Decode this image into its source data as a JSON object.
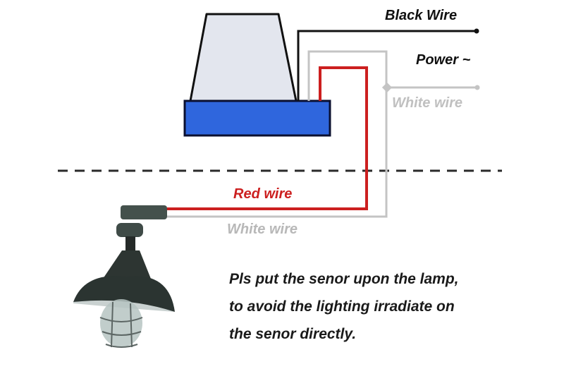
{
  "diagram": {
    "labels": {
      "black_wire": "Black Wire",
      "power": "Power ~",
      "white_wire_top": "White wire",
      "red_wire": "Red wire",
      "white_wire_bottom": "White wire"
    },
    "note_lines": [
      "Pls put the senor upon the lamp,",
      "to avoid the lighting  irradiate on",
      "the senor directly."
    ],
    "colors": {
      "black_wire": "#111111",
      "white_wire": "#c4c4c4",
      "red_wire": "#cc1f1f",
      "sensor_dome": "#e3e6ee",
      "sensor_base": "#2f66dd",
      "lamp": "#2b3431",
      "divider": "#2a2a2a"
    },
    "components": [
      "photocell-sensor",
      "lamp",
      "divider-line"
    ]
  }
}
